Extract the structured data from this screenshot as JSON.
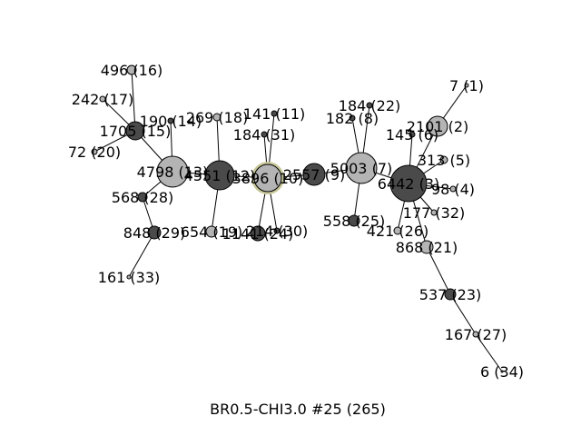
{
  "title": "BR0.5-CHI3.0 #25 (265)",
  "colors": {
    "dark": "#4a4a4a",
    "light": "#b4b4b4",
    "highlight_ring": "#c8c89a"
  },
  "nodes": [
    {
      "id": "n16",
      "label": "496 (16)",
      "shade": "light"
    },
    {
      "id": "n17",
      "label": "242 (17)",
      "shade": "light"
    },
    {
      "id": "n15",
      "label": "1705 (15)",
      "shade": "dark"
    },
    {
      "id": "n20",
      "label": "72 (20)",
      "shade": "light"
    },
    {
      "id": "n14",
      "label": "190 (14)",
      "shade": "dark"
    },
    {
      "id": "n18",
      "label": "269 (18)",
      "shade": "light"
    },
    {
      "id": "n11",
      "label": "141 (11)",
      "shade": "dark"
    },
    {
      "id": "n31",
      "label": "184 (31)",
      "shade": "dark"
    },
    {
      "id": "n22",
      "label": "184 (22)",
      "shade": "dark"
    },
    {
      "id": "n8",
      "label": "182 (8)",
      "shade": "dark"
    },
    {
      "id": "n1",
      "label": "7 (1)",
      "shade": "light"
    },
    {
      "id": "n2",
      "label": "2101 (2)",
      "shade": "light"
    },
    {
      "id": "n6",
      "label": "145 (6)",
      "shade": "dark"
    },
    {
      "id": "n5",
      "label": "313 (5)",
      "shade": "light"
    },
    {
      "id": "n4",
      "label": "98 (4)",
      "shade": "light"
    },
    {
      "id": "n13",
      "label": "4798 (13)",
      "shade": "light"
    },
    {
      "id": "n12",
      "label": "4551 (12)",
      "shade": "dark"
    },
    {
      "id": "n10",
      "label": "3896 (10)",
      "shade": "light"
    },
    {
      "id": "n9",
      "label": "2557 (9)",
      "shade": "dark"
    },
    {
      "id": "n7",
      "label": "5003 (7)",
      "shade": "light"
    },
    {
      "id": "n3",
      "label": "6442 (3)",
      "shade": "dark"
    },
    {
      "id": "n28",
      "label": "568 (28)",
      "shade": "dark"
    },
    {
      "id": "n29",
      "label": "848 (29)",
      "shade": "dark"
    },
    {
      "id": "n19",
      "label": "654 (19)",
      "shade": "light"
    },
    {
      "id": "n24",
      "label": "1141 (24)",
      "shade": "dark"
    },
    {
      "id": "n30",
      "label": "214 (30)",
      "shade": "dark"
    },
    {
      "id": "n25",
      "label": "558 (25)",
      "shade": "dark"
    },
    {
      "id": "n26",
      "label": "421 (26)",
      "shade": "light"
    },
    {
      "id": "n32",
      "label": "177 (32)",
      "shade": "light"
    },
    {
      "id": "n21",
      "label": "868 (21)",
      "shade": "light"
    },
    {
      "id": "n23",
      "label": "537 (23)",
      "shade": "dark"
    },
    {
      "id": "n27",
      "label": "167 (27)",
      "shade": "light"
    },
    {
      "id": "n33",
      "label": "161 (33)",
      "shade": "light"
    },
    {
      "id": "n34",
      "label": "6 (34)",
      "shade": "light"
    }
  ],
  "edges": [
    [
      "n16",
      "n15"
    ],
    [
      "n17",
      "n15"
    ],
    [
      "n20",
      "n15"
    ],
    [
      "n15",
      "n13"
    ],
    [
      "n14",
      "n13"
    ],
    [
      "n13",
      "n28"
    ],
    [
      "n28",
      "n29"
    ],
    [
      "n29",
      "n33"
    ],
    [
      "n13",
      "n12"
    ],
    [
      "n18",
      "n12"
    ],
    [
      "n12",
      "n19"
    ],
    [
      "n12",
      "n10"
    ],
    [
      "n11",
      "n10"
    ],
    [
      "n31",
      "n10"
    ],
    [
      "n10",
      "n24"
    ],
    [
      "n10",
      "n30"
    ],
    [
      "n10",
      "n9"
    ],
    [
      "n9",
      "n7"
    ],
    [
      "n22",
      "n7"
    ],
    [
      "n8",
      "n7"
    ],
    [
      "n7",
      "n25"
    ],
    [
      "n7",
      "n3"
    ],
    [
      "n6",
      "n3"
    ],
    [
      "n2",
      "n3"
    ],
    [
      "n1",
      "n2"
    ],
    [
      "n5",
      "n3"
    ],
    [
      "n4",
      "n3"
    ],
    [
      "n3",
      "n32"
    ],
    [
      "n3",
      "n26"
    ],
    [
      "n3",
      "n21"
    ],
    [
      "n21",
      "n23"
    ],
    [
      "n23",
      "n27"
    ],
    [
      "n27",
      "n34"
    ]
  ],
  "highlighted_node": "n10"
}
